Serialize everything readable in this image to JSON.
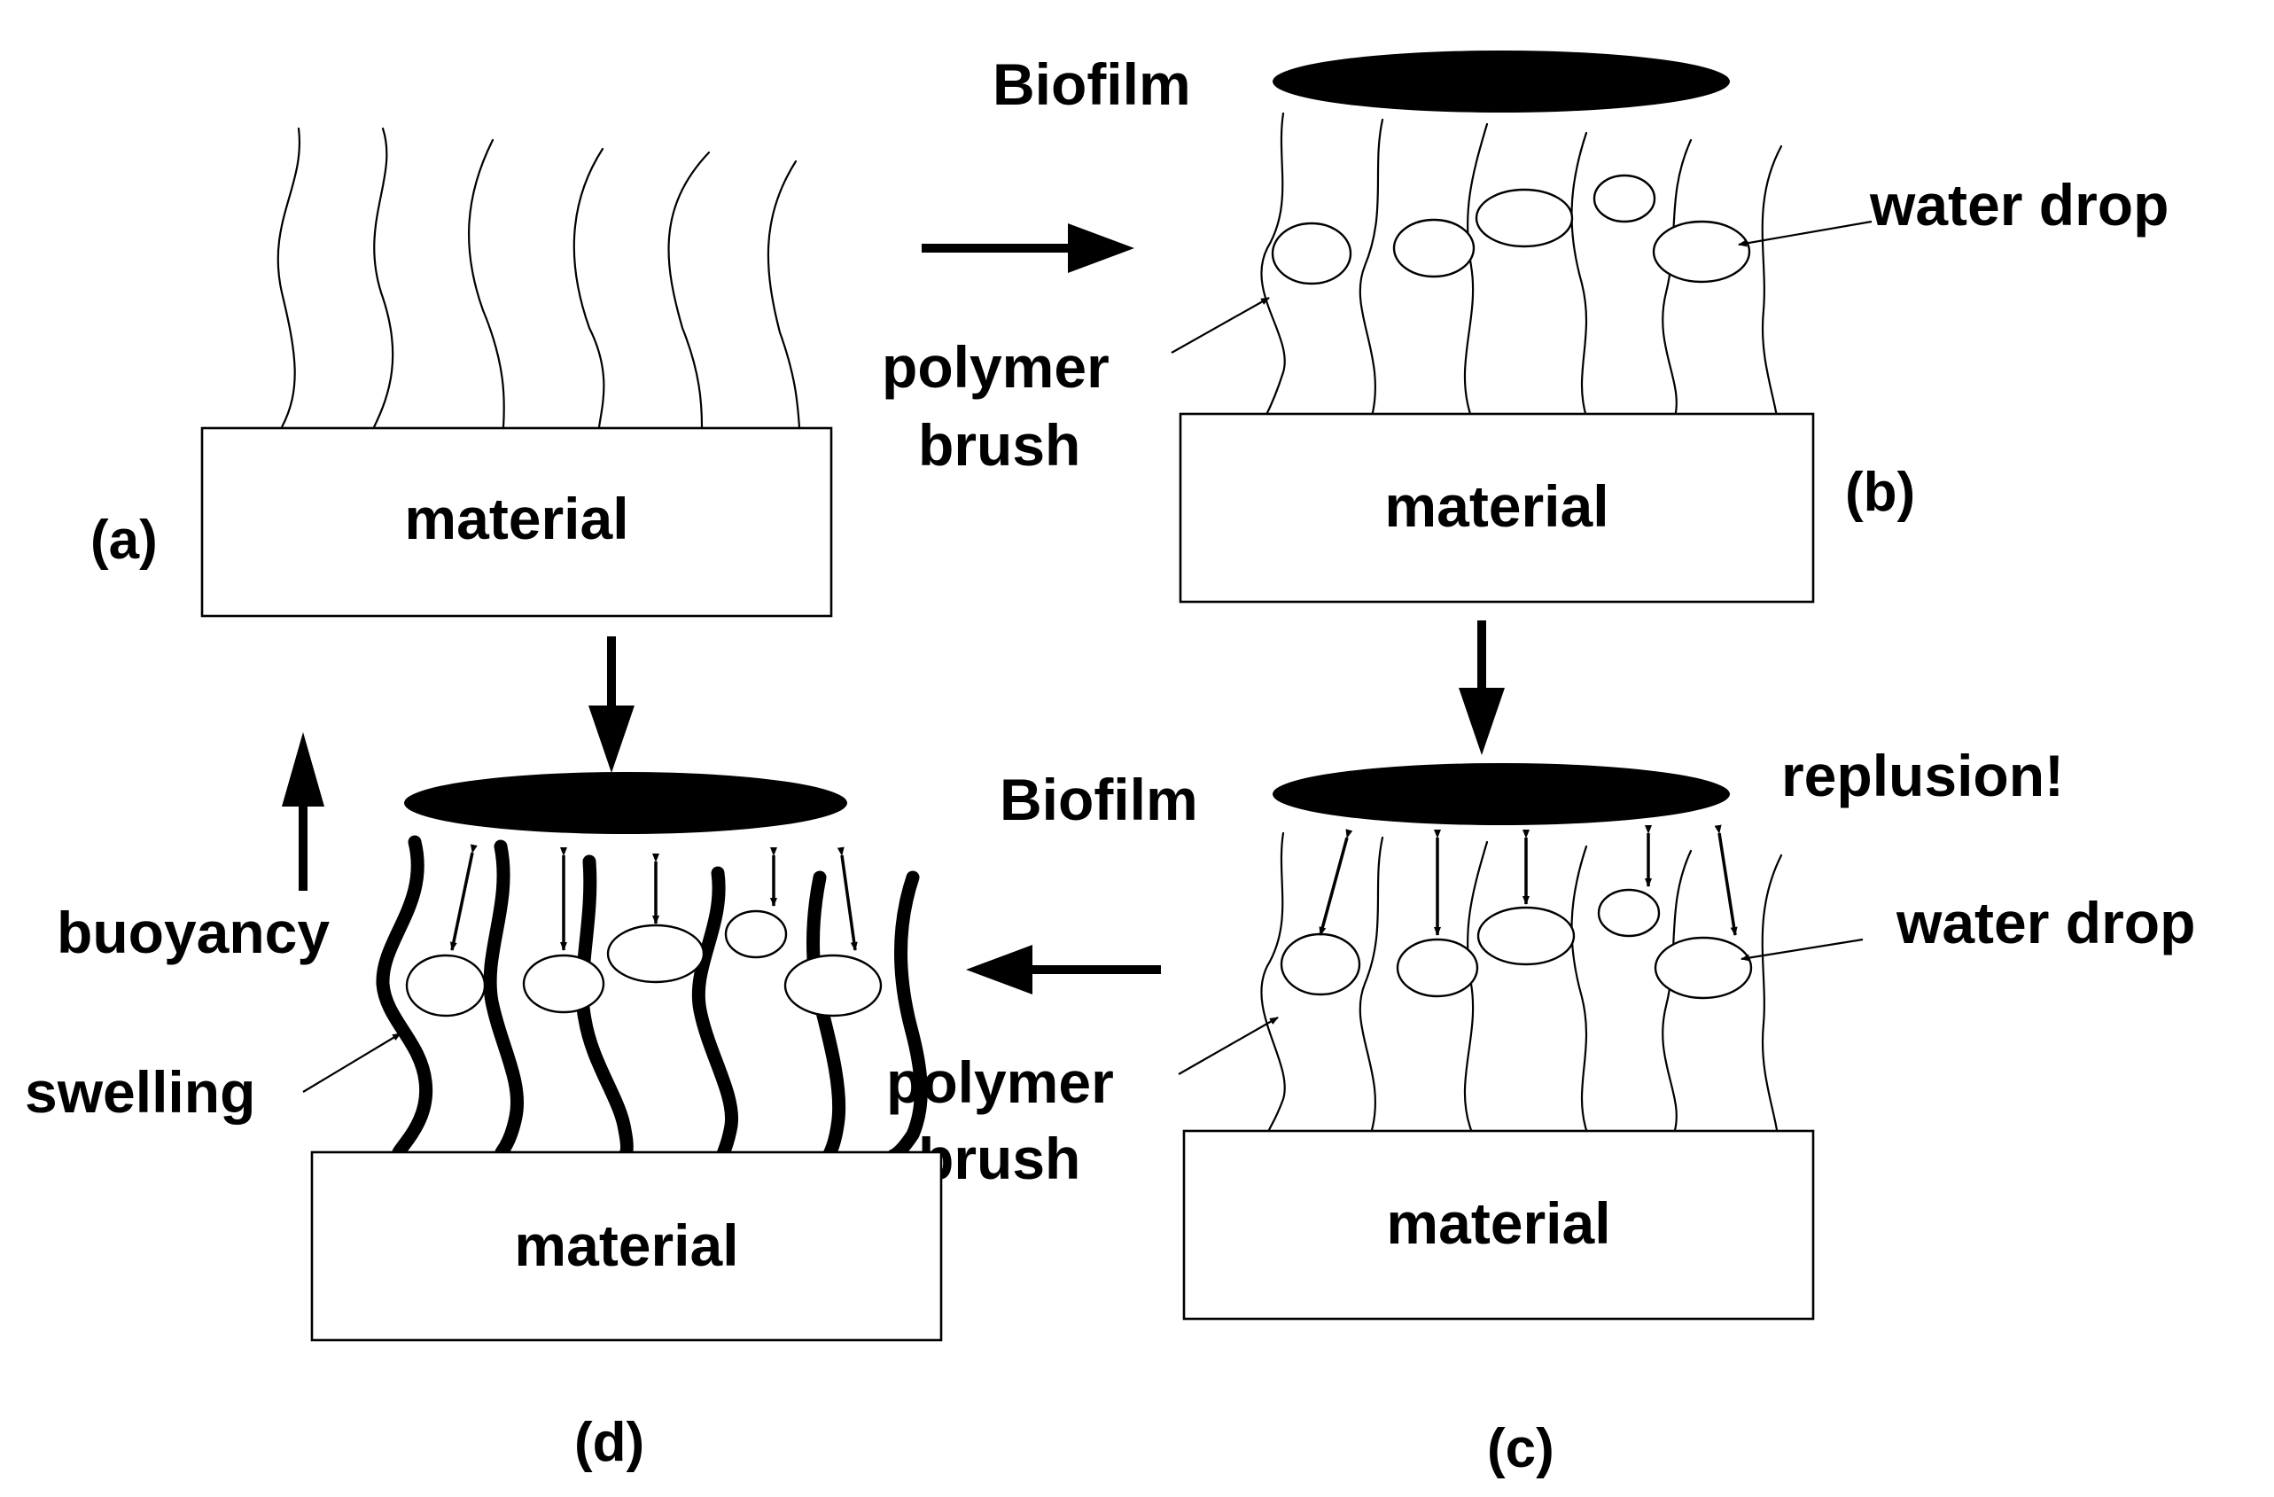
{
  "labels": {
    "material": "material",
    "biofilm": "Biofilm",
    "water_drop": "water drop",
    "polymer": "polymer",
    "brush": "brush",
    "repulsion": "replusion!",
    "buoyancy": "buoyancy",
    "swelling": "swelling"
  },
  "panels": {
    "a": "(a)",
    "b": "(b)",
    "c": "(c)",
    "d": "(d)"
  },
  "colors": {
    "ink": "#000000",
    "background": "#ffffff"
  }
}
